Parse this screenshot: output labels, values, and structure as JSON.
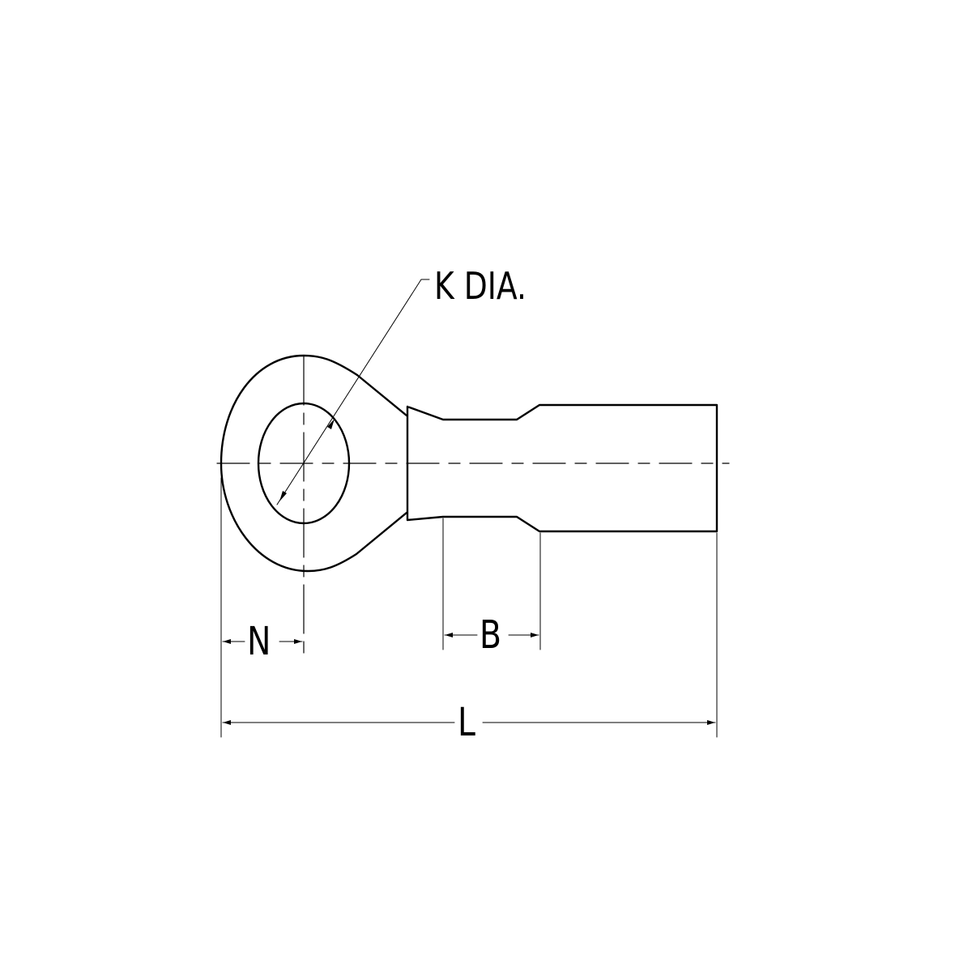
{
  "diagram": {
    "subject": "ring terminal",
    "labels": {
      "hole_diameter": "K DIA.",
      "ring_center_offset": "N",
      "barrel_step_length": "B",
      "overall_length": "L"
    },
    "colors": {
      "stroke": "#000000",
      "background": "#ffffff"
    }
  }
}
